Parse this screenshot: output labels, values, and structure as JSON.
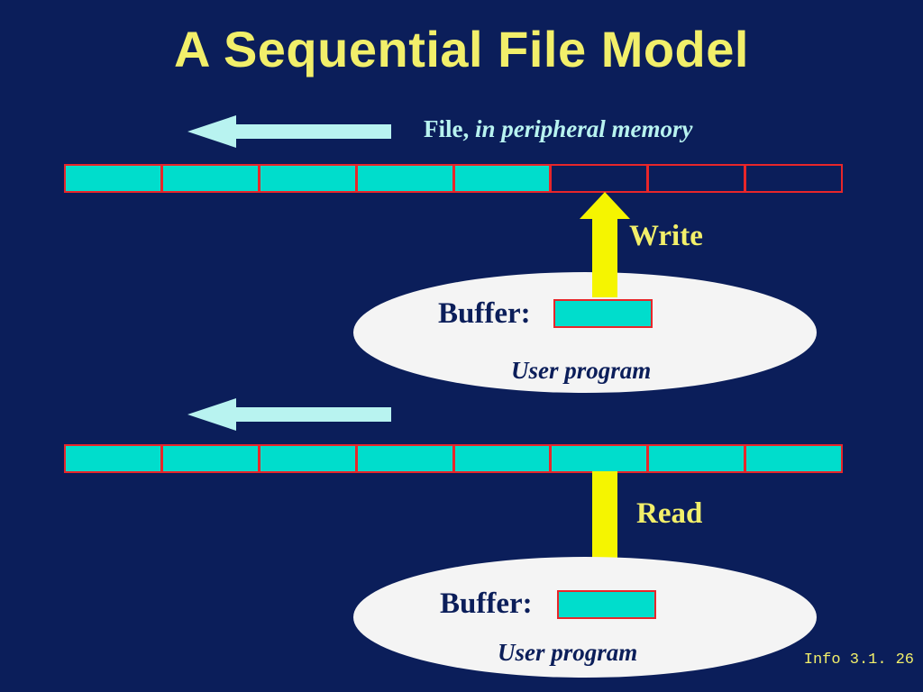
{
  "title": "A Sequential File Model",
  "file_label": {
    "plain": "File,",
    "italic": "in peripheral memory"
  },
  "write_section": {
    "cells": [
      "filled",
      "filled",
      "filled",
      "filled",
      "filled",
      "empty",
      "empty",
      "empty"
    ],
    "operation": "Write",
    "buffer_label": "Buffer:",
    "program_label": "User program"
  },
  "read_section": {
    "cells": [
      "filled",
      "filled",
      "filled",
      "filled",
      "filled",
      "filled",
      "filled",
      "filled"
    ],
    "operation": "Read",
    "buffer_label": "Buffer:",
    "program_label": "User program"
  },
  "footer": {
    "section": "Info 3.1.",
    "page": "26"
  },
  "colors": {
    "background": "#0b1e5a",
    "title": "#f2ef6a",
    "cell_fill": "#00ddcc",
    "cell_border": "#e8262a",
    "arrow_left": "#b8f3f0",
    "arrow_vertical": "#f5f500",
    "ellipse": "#f4f4f4"
  }
}
